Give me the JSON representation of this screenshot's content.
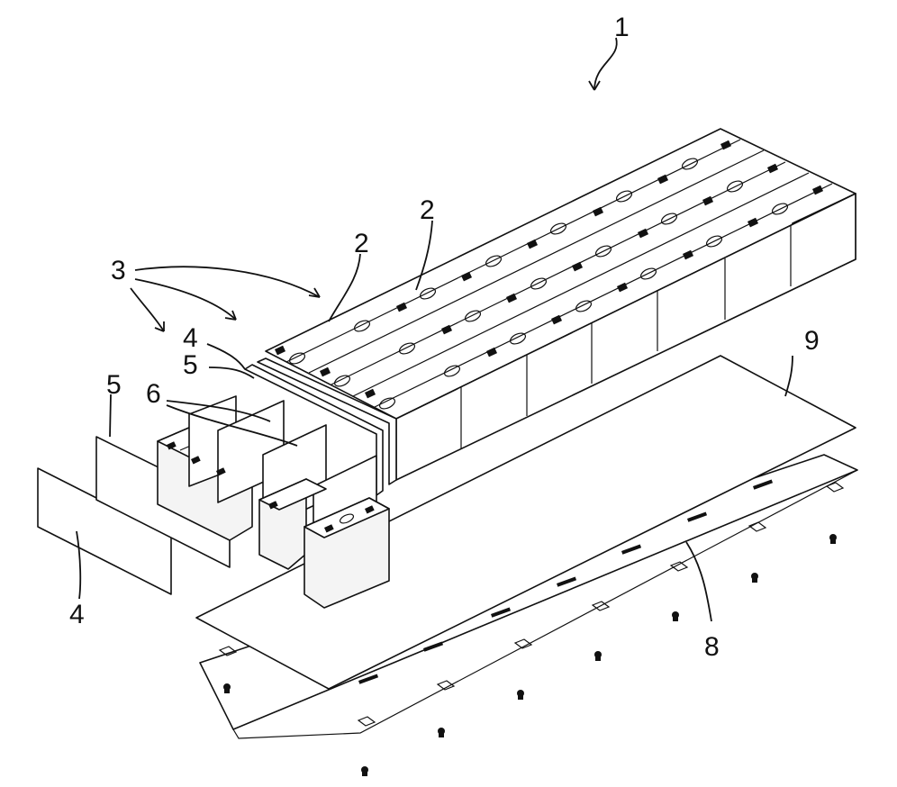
{
  "figure": {
    "labels": {
      "assembly": "1",
      "cell_top": "2",
      "cell_right": "2",
      "module_group": "3",
      "end_plate_left": "4",
      "end_plate_mid": "4",
      "spacer_mid": "5",
      "spacer_left": "5",
      "separator": "6",
      "cooling_plate": "8",
      "insulation_sheet": "9"
    }
  }
}
